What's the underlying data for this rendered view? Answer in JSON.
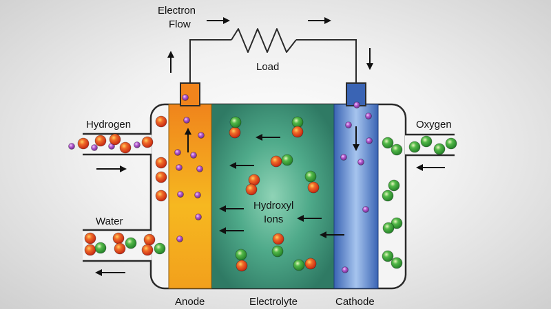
{
  "labels": {
    "electron_flow_line1": "Electron",
    "electron_flow_line2": "Flow",
    "load": "Load",
    "hydrogen": "Hydrogen",
    "oxygen": "Oxygen",
    "water": "Water",
    "hydroxyl_line1": "Hydroxyl",
    "hydroxyl_line2": "Ions",
    "anode": "Anode",
    "electrolyte": "Electrolyte",
    "cathode": "Cathode"
  },
  "colors": {
    "hydrogen_atom": "#e8401c",
    "oxygen_atom": "#3aa63a",
    "ion_atom": "#a24ac0",
    "anode_top": "#f0841c",
    "anode_bottom": "#f4c21c",
    "electrolyte": "#3f8f7a",
    "electrolyte_center": "#8fd3b6",
    "cathode": "#3f6fbf",
    "cathode_light": "#a6c4ee",
    "outline": "#2a2a2a"
  },
  "icons": {
    "arrow": "arrow-icon",
    "resistor": "zigzag-resistor-icon"
  }
}
